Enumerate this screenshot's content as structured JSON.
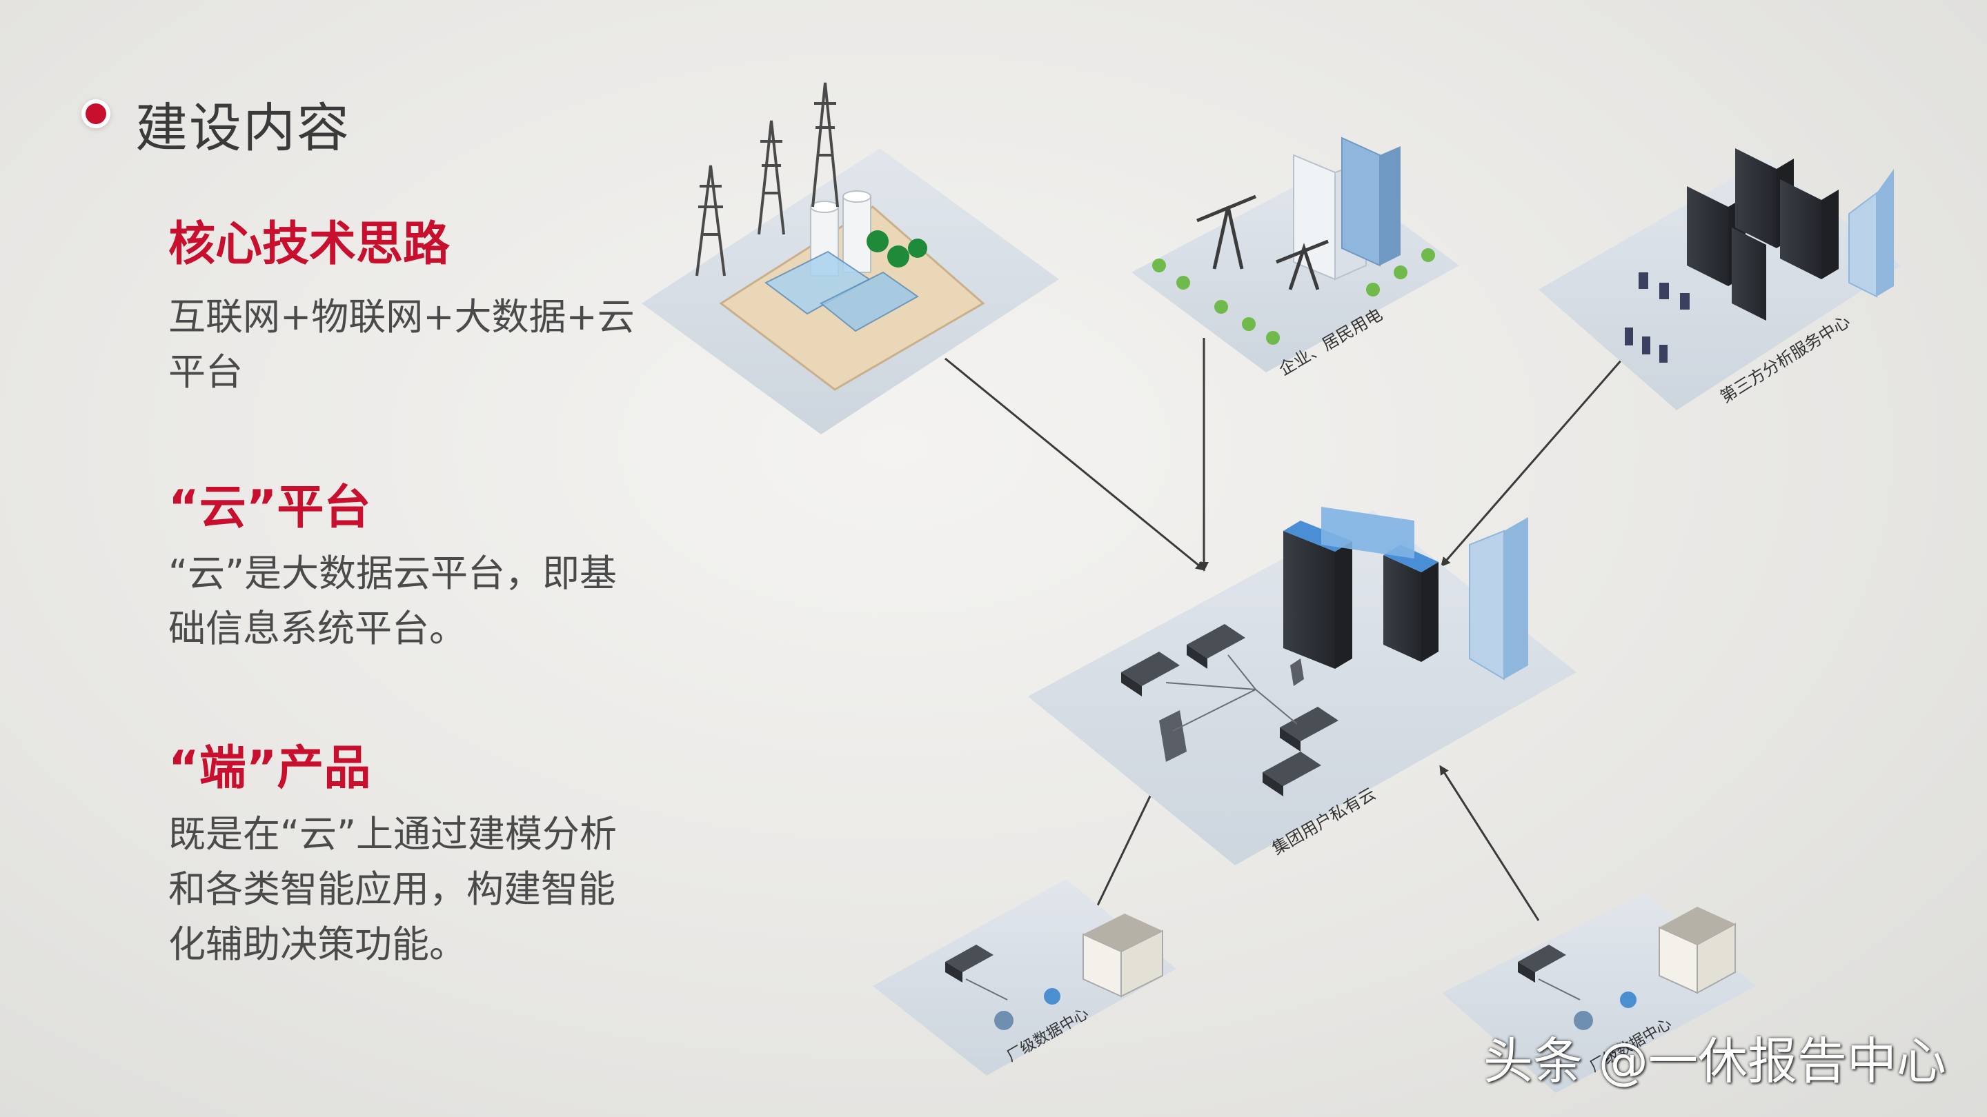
{
  "section": {
    "title": "建设内容"
  },
  "blocks": [
    {
      "heading": "核心技术思路",
      "text": "互联网+物联网+大数据+云平台"
    },
    {
      "heading": "“云”平台",
      "text": "“云”是大数据云平台，即基础信息系统平台。"
    },
    {
      "heading": "“端”产品",
      "text": "既是在“云”上通过建模分析和各类智能应用，构建智能化辅助决策功能。"
    }
  ],
  "diagram": {
    "nodes": {
      "enterprise": {
        "label": "企业、居民用电"
      },
      "third_party": {
        "label": "第三方分析服务中心"
      },
      "cloud": {
        "label": "集团用户私有云"
      },
      "plant_left": {
        "label": "厂级数据中心"
      },
      "plant_right": {
        "label": "厂级数据中心"
      }
    }
  },
  "watermark": {
    "text": "头条 @一休报告中心"
  },
  "colors": {
    "accent": "#c8102e",
    "tile": "#d6dde6",
    "rack": "#2f3238",
    "building": "#8fb6dd"
  }
}
